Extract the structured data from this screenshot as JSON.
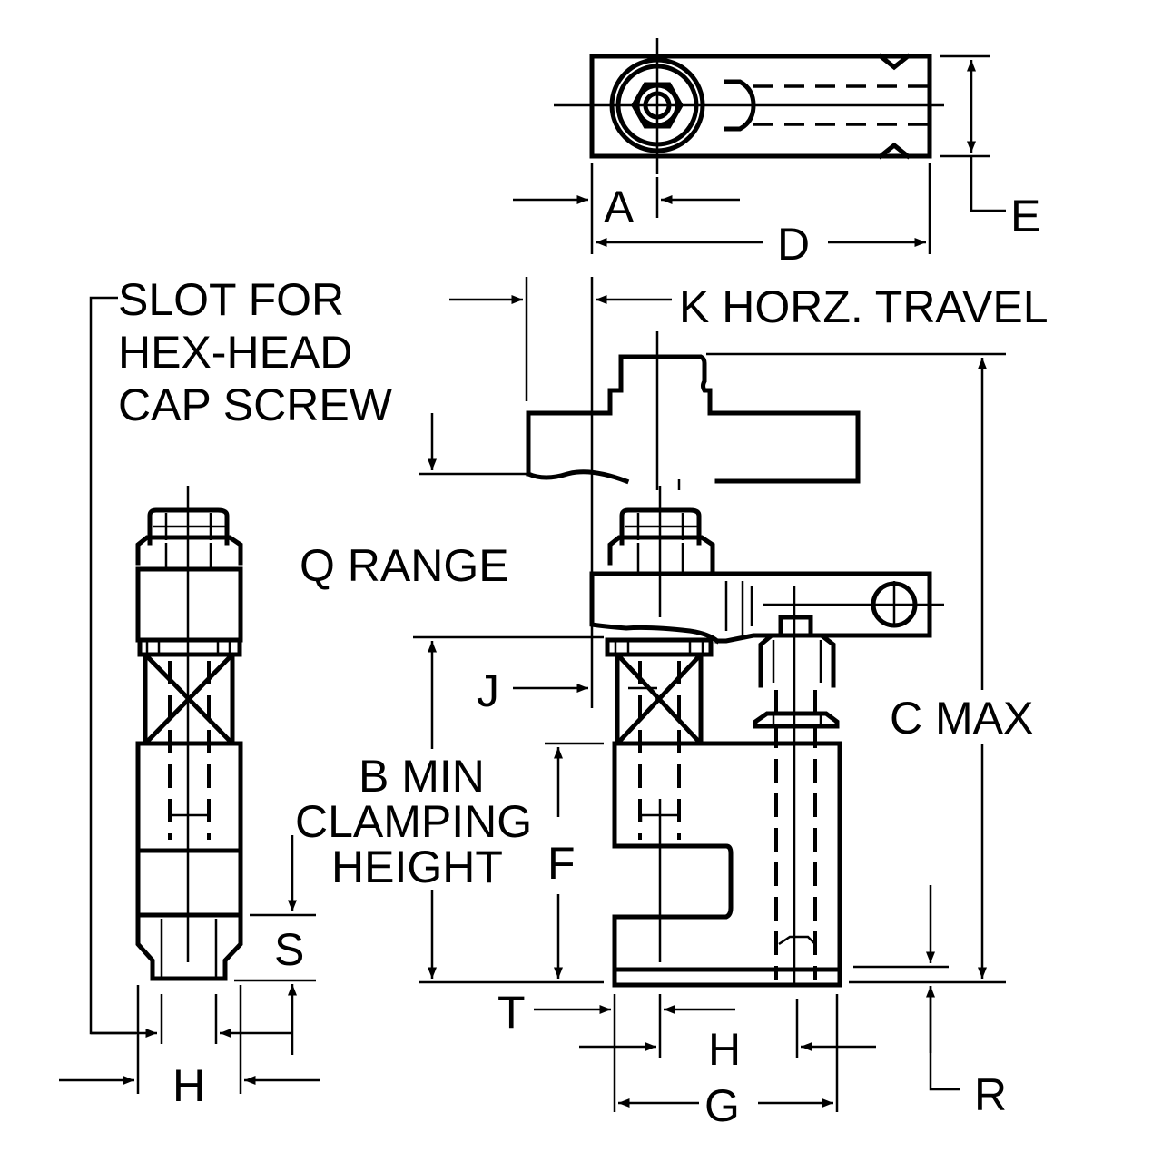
{
  "labels": {
    "A": "A",
    "D": "D",
    "E": "E",
    "K": "K HORZ. TRAVEL",
    "slot_1": "SLOT FOR",
    "slot_2": "HEX-HEAD",
    "slot_3": "CAP SCREW",
    "Q": "Q RANGE",
    "C": "C MAX",
    "J": "J",
    "B_1": "B MIN",
    "B_2": "CLAMPING",
    "B_3": "HEIGHT",
    "F": "F",
    "S": "S",
    "T": "T",
    "H_left": "H",
    "H_right": "H",
    "G": "G",
    "R": "R"
  }
}
